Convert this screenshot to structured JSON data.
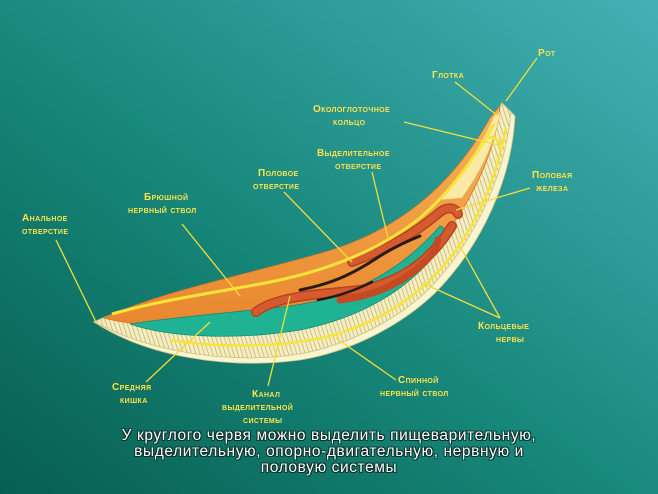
{
  "labels": {
    "rot": "Рот",
    "glotka": "Глотка",
    "okologlotochnoe_1": "Окологлоточное",
    "okologlotochnoe_2": "кольцо",
    "vydelitelnoe_otv_1": "Выделительное",
    "vydelitelnoe_otv_2": "отверстие",
    "polovoe_otv_1": "Половое",
    "polovoe_otv_2": "отверстие",
    "polovaya_zheleza_1": "Половая",
    "polovaya_zheleza_2": "железа",
    "bryushnoy_1": "Брюшной",
    "bryushnoy_2": "нервный ствол",
    "analnoe_1": "Анальное",
    "analnoe_2": "отверстие",
    "koltsevye_1": "Кольцевые",
    "koltsevye_2": "нервы",
    "srednyaya_1": "Средняя",
    "srednyaya_2": "кишка",
    "kanal_1": "Канал",
    "kanal_2": "выделительной",
    "kanal_3": "системы",
    "spinnoy_1": "Спинной",
    "spinnoy_2": "нервный ствол"
  },
  "caption": {
    "line1": "У круглого червя можно выделить пищеварительную,",
    "line2": "выделительную, опорно-двигательную, нервную и",
    "line3": "половую системы"
  },
  "colors": {
    "background_dark": "#0a7060",
    "background_light": "#3aa8ae",
    "label": "#ffe34a",
    "body_outer": "#f7f3c6",
    "muscle": "#f3a64a",
    "intestine": "#1fb394",
    "gonad": "#d0522a",
    "nerve": "#f7e43a"
  }
}
